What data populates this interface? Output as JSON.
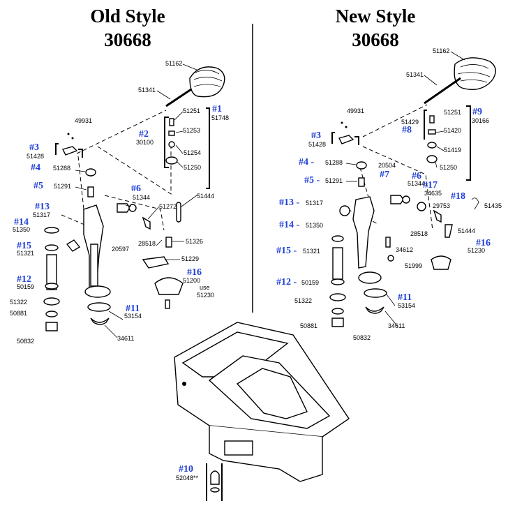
{
  "old": {
    "title_line1": "Old Style",
    "title_line2": "30668",
    "refs": {
      "r1": "#1",
      "r2": "#2",
      "r3": "#3",
      "r4": "#4",
      "r5": "#5",
      "r6": "#6",
      "r11": "#11",
      "r12": "#12",
      "r13": "#13",
      "r14": "#14",
      "r15": "#15",
      "r16": "#16"
    },
    "parts": {
      "p51162": "51162",
      "p51341": "51341",
      "p51251": "51251",
      "p51748": "51748",
      "p49931": "49931",
      "p51253": "51253",
      "p30100": "30100",
      "p51428": "51428",
      "p51254": "51254",
      "p51250": "51250",
      "p51288": "51288",
      "p51291": "51291",
      "p51344": "51344",
      "p51444": "51444",
      "p51317": "51317",
      "p51272": "51272",
      "p51350": "51350",
      "p28518": "28518",
      "p51321": "51321",
      "p51326": "51326",
      "p20597": "20597",
      "p51229": "51229",
      "p50159": "50159",
      "p51200": "51200",
      "use": "use",
      "p51230": "51230",
      "p51322": "51322",
      "p50881": "50881",
      "p53154": "53154",
      "p50832": "50832",
      "p34611": "34611"
    }
  },
  "new": {
    "title_line1": "New Style",
    "title_line2": "30668",
    "refs": {
      "r3": "#3",
      "r4": "#4 -",
      "r5": "#5 -",
      "r6": "#6",
      "r7": "#7",
      "r8": "#8",
      "r9": "#9",
      "r11": "#11",
      "r12": "#12 -",
      "r13": "#13 -",
      "r14": "#14 -",
      "r15": "#15 -",
      "r16": "#16",
      "r17": "#17",
      "r18": "#18"
    },
    "parts": {
      "p51162": "51162",
      "p51341": "51341",
      "p49931": "49931",
      "p51251": "51251",
      "p30166": "30166",
      "p51429": "51429",
      "p51420": "51420",
      "p51428": "51428",
      "p51419": "51419",
      "p51288": "51288",
      "p20504": "20504",
      "p51250": "51250",
      "p51291": "51291",
      "p51344": "51344",
      "p34635": "34635",
      "p51317": "51317",
      "p29753": "29753",
      "p51435": "51435",
      "p51350": "51350",
      "p28518": "28518",
      "p51444": "51444",
      "p51321": "51321",
      "p34612": "34612",
      "p51230": "51230",
      "p51999": "51999",
      "p50159": "50159",
      "p51322": "51322",
      "p53154": "53154",
      "p50881": "50881",
      "p34611": "34611",
      "p50832": "50832"
    }
  },
  "bottom": {
    "r10": "#10",
    "p52048": "52048**"
  }
}
